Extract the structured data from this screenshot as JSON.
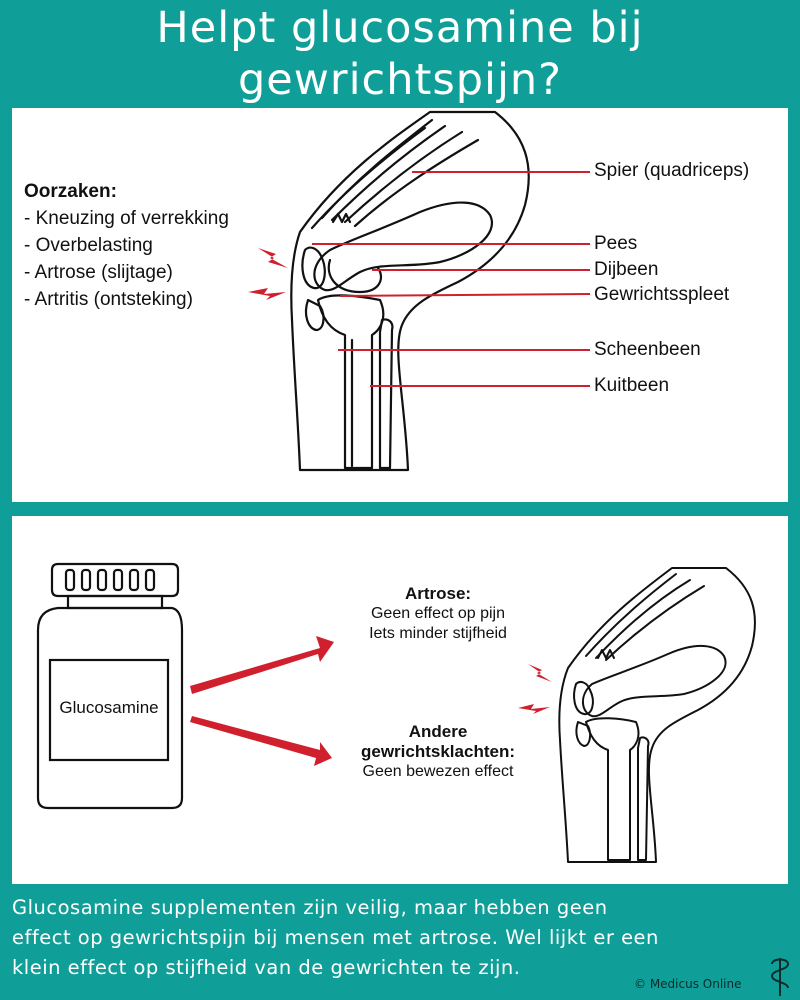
{
  "title": {
    "line1": "Helpt glucosamine bij",
    "line2": "gewrichtspijn?"
  },
  "causes": {
    "heading": "Oorzaken:",
    "items": [
      "- Kneuzing of verrekking",
      "- Overbelasting",
      "- Artrose (slijtage)",
      "- Artritis (ontsteking)"
    ]
  },
  "anatomy_labels": {
    "muscle": "Spier (quadriceps)",
    "tendon": "Pees",
    "femur": "Dijbeen",
    "joint_space": "Gewrichtsspleet",
    "tibia": "Scheenbeen",
    "fibula": "Kuitbeen"
  },
  "bottle": {
    "label": "Glucosamine"
  },
  "effects": {
    "arthrosis_heading": "Artrose:",
    "arthrosis_line1": "Geen effect op pijn",
    "arthrosis_line2": "Iets minder stijfheid",
    "other_heading_line1": "Andere",
    "other_heading_line2": "gewrichtsklachten:",
    "other_line1": "Geen bewezen effect"
  },
  "footer": {
    "line1": "Glucosamine supplementen zijn veilig, maar hebben geen",
    "line2": "effect op gewrichtspijn bij mensen met artrose. Wel lijkt er een",
    "line3": "klein effect op stijfheid van de gewrichten te zijn."
  },
  "credit": "© Medicus Online",
  "colors": {
    "background": "#0f9f98",
    "panel": "#ffffff",
    "accent_red": "#d0202e",
    "title_text": "#ffffff"
  }
}
